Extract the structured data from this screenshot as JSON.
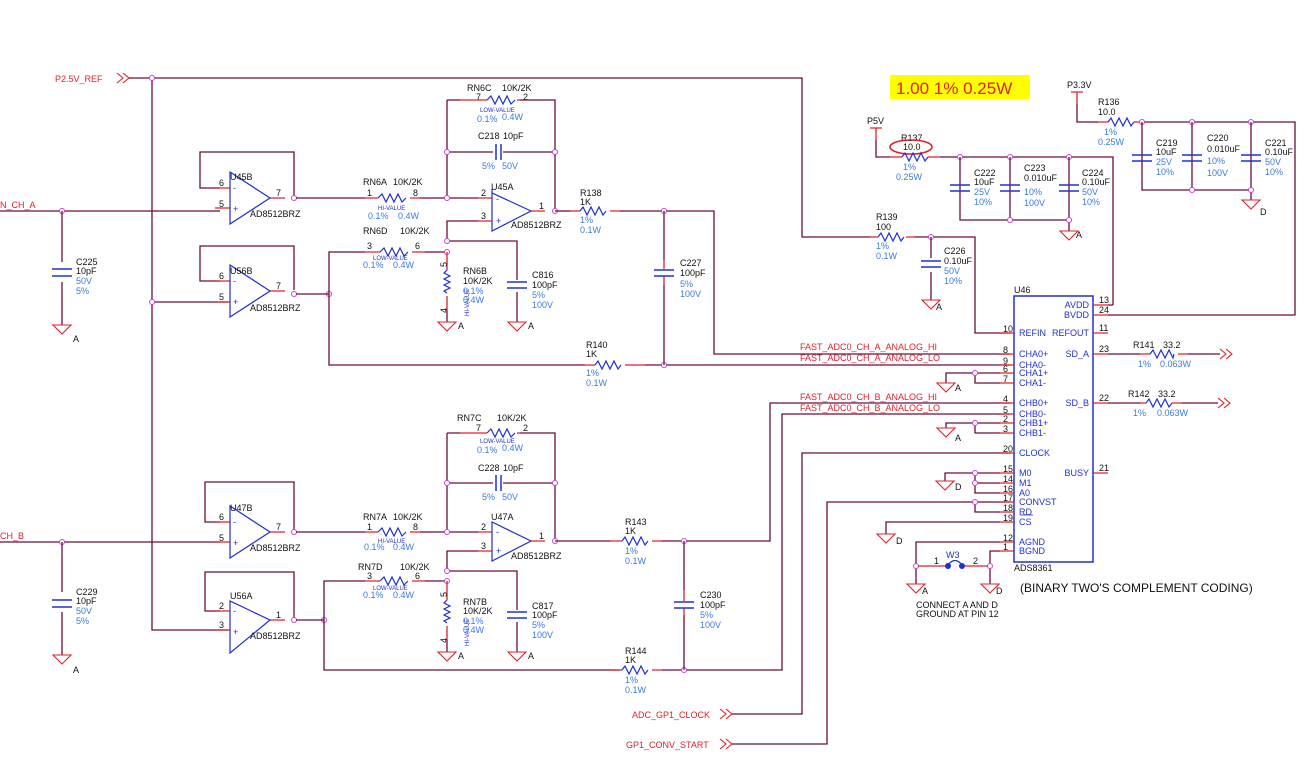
{
  "highlight_note": "1.00 1% 0.25W",
  "coding_note": "(BINARY TWO'S COMPLEMENT CODING)",
  "ground_note": [
    "CONNECT A AND D",
    "GROUND AT PIN 12"
  ],
  "nets": {
    "p2v5_ref": "P2.5V_REF",
    "in_ch_a": "N_CH_A",
    "in_ch_b": "CH_B",
    "fast_a_hi": "FAST_ADC0_CH_A_ANALOG_HI",
    "fast_a_lo": "FAST_ADC0_CH_A_ANALOG_LO",
    "fast_b_hi": "FAST_ADC0_CH_B_ANALOG_HI",
    "fast_b_lo": "FAST_ADC0_CH_B_ANALOG_LO",
    "clock": "ADC_GP1_CLOCK",
    "conv_start": "GP1_CONV_START",
    "p5v": "P5V",
    "p3v3": "P3.3V",
    "gnd_a": "A",
    "gnd_d": "D"
  },
  "opamps": {
    "u45b": {
      "ref": "U45B",
      "part": "AD8512BRZ",
      "pin_minus": "6",
      "pin_plus": "5",
      "pin_out": "7"
    },
    "u56b": {
      "ref": "U56B",
      "part": "AD8512BRZ",
      "pin_minus": "6",
      "pin_plus": "5",
      "pin_out": "7"
    },
    "u45a": {
      "ref": "U45A",
      "part": "AD8512BRZ",
      "pin_minus": "2",
      "pin_plus": "3",
      "pin_out": "1"
    },
    "u47b": {
      "ref": "U47B",
      "part": "AD8512BRZ",
      "pin_minus": "6",
      "pin_plus": "5",
      "pin_out": "7"
    },
    "u56a": {
      "ref": "U56A",
      "part": "AD8512BRZ",
      "pin_minus": "2",
      "pin_plus": "3",
      "pin_out": "1"
    },
    "u47a": {
      "ref": "U47A",
      "part": "AD8512BRZ",
      "pin_minus": "2",
      "pin_plus": "3",
      "pin_out": "1"
    }
  },
  "resistor_networks": {
    "rn6c": {
      "ref": "RN6C",
      "value": "10K/2K",
      "type": "LOW-VALUE",
      "tol": "0.1%",
      "power": "0.4W",
      "pin_a": "7",
      "pin_b": "2"
    },
    "rn6a": {
      "ref": "RN6A",
      "value": "10K/2K",
      "type": "HI-VALUE",
      "tol": "0.1%",
      "power": "0.4W",
      "pin_a": "1",
      "pin_b": "8"
    },
    "rn6d": {
      "ref": "RN6D",
      "value": "10K/2K",
      "type": "LOW-VALUE",
      "tol": "0.1%",
      "power": "0.4W",
      "pin_a": "3",
      "pin_b": "6"
    },
    "rn6b": {
      "ref": "RN6B",
      "value": "10K/2K",
      "type": "HI-VALUE",
      "tol": "0.1%",
      "power": "0.4W",
      "pin_a": "5",
      "pin_b": "4"
    },
    "rn7c": {
      "ref": "RN7C",
      "value": "10K/2K",
      "type": "LOW-VALUE",
      "tol": "0.1%",
      "power": "0.4W",
      "pin_a": "7",
      "pin_b": "2"
    },
    "rn7a": {
      "ref": "RN7A",
      "value": "10K/2K",
      "type": "HI-VALUE",
      "tol": "0.1%",
      "power": "0.4W",
      "pin_a": "1",
      "pin_b": "8"
    },
    "rn7d": {
      "ref": "RN7D",
      "value": "10K/2K",
      "type": "LOW-VALUE",
      "tol": "0.1%",
      "power": "0.4W",
      "pin_a": "3",
      "pin_b": "6"
    },
    "rn7b": {
      "ref": "RN7B",
      "value": "10K/2K",
      "type": "HI-VALUE",
      "tol": "0.1%",
      "power": "0.4W",
      "pin_a": "5",
      "pin_b": "4"
    }
  },
  "resistors": {
    "r138": {
      "ref": "R138",
      "value": "1K",
      "tol": "1%",
      "power": "0.1W"
    },
    "r140": {
      "ref": "R140",
      "value": "1K",
      "tol": "1%",
      "power": "0.1W"
    },
    "r143": {
      "ref": "R143",
      "value": "1K",
      "tol": "1%",
      "power": "0.1W"
    },
    "r144": {
      "ref": "R144",
      "value": "1K",
      "tol": "1%",
      "power": "0.1W"
    },
    "r137": {
      "ref": "R137",
      "value": "10.0",
      "tol": "1%",
      "power": "0.25W"
    },
    "r136": {
      "ref": "R136",
      "value": "10.0",
      "tol": "1%",
      "power": "0.25W"
    },
    "r139": {
      "ref": "R139",
      "value": "100",
      "tol": "1%",
      "power": "0.1W"
    },
    "r141": {
      "ref": "R141",
      "value": "33.2",
      "tol": "1%",
      "power": "0.063W"
    },
    "r142": {
      "ref": "R142",
      "value": "33.2",
      "tol": "1%",
      "power": "0.063W"
    }
  },
  "capacitors": {
    "c225": {
      "ref": "C225",
      "value": "10pF",
      "voltage": "50V",
      "tol": "5%"
    },
    "c229": {
      "ref": "C229",
      "value": "10pF",
      "voltage": "50V",
      "tol": "5%"
    },
    "c218": {
      "ref": "C218",
      "value": "10pF",
      "voltage": "50V",
      "tol": "5%"
    },
    "c228": {
      "ref": "C228",
      "value": "10pF",
      "voltage": "50V",
      "tol": "5%"
    },
    "c816": {
      "ref": "C816",
      "value": "100pF",
      "voltage": "100V",
      "tol": "5%"
    },
    "c817": {
      "ref": "C817",
      "value": "100pF",
      "voltage": "100V",
      "tol": "5%"
    },
    "c227": {
      "ref": "C227",
      "value": "100pF",
      "voltage": "100V",
      "tol": "5%"
    },
    "c230": {
      "ref": "C230",
      "value": "100pF",
      "voltage": "100V",
      "tol": "5%"
    },
    "c222": {
      "ref": "C222",
      "value": "10uF",
      "voltage": "25V",
      "tol": "10%"
    },
    "c223": {
      "ref": "C223",
      "value": "0.010uF",
      "voltage": "100V",
      "tol": "10%"
    },
    "c224": {
      "ref": "C224",
      "value": "0.10uF",
      "voltage": "50V",
      "tol": "10%"
    },
    "c226": {
      "ref": "C226",
      "value": "0.10uF",
      "voltage": "50V",
      "tol": "10%"
    },
    "c219": {
      "ref": "C219",
      "value": "10uF",
      "voltage": "25V",
      "tol": "10%"
    },
    "c220": {
      "ref": "C220",
      "value": "0.010uF",
      "voltage": "100V",
      "tol": "10%"
    },
    "c221": {
      "ref": "C221",
      "value": "0.10uF",
      "voltage": "50V",
      "tol": "10%"
    }
  },
  "jumper": {
    "ref": "W3",
    "pin_a": "1",
    "pin_b": "2"
  },
  "adc": {
    "ref": "U46",
    "part": "ADS8361",
    "left_pins": [
      {
        "num": "10",
        "name": "REFIN"
      },
      {
        "num": "8",
        "name": "CHA0+"
      },
      {
        "num": "9",
        "name": "CHA0-"
      },
      {
        "num": "6",
        "name": "CHA1+"
      },
      {
        "num": "7",
        "name": "CHA1-"
      },
      {
        "num": "4",
        "name": "CHB0+"
      },
      {
        "num": "5",
        "name": "CHB0-"
      },
      {
        "num": "2",
        "name": "CHB1+"
      },
      {
        "num": "3",
        "name": "CHB1-"
      },
      {
        "num": "20",
        "name": "CLOCK"
      },
      {
        "num": "15",
        "name": "M0"
      },
      {
        "num": "14",
        "name": "M1"
      },
      {
        "num": "16",
        "name": "A0"
      },
      {
        "num": "17",
        "name": "CONVST"
      },
      {
        "num": "18",
        "name": "RD"
      },
      {
        "num": "19",
        "name": "CS"
      },
      {
        "num": "12",
        "name": "AGND"
      },
      {
        "num": "1",
        "name": "BGND"
      }
    ],
    "right_pins": [
      {
        "num": "13",
        "name": "AVDD"
      },
      {
        "num": "24",
        "name": "BVDD"
      },
      {
        "num": "11",
        "name": "REFOUT"
      },
      {
        "num": "23",
        "name": "SD_A"
      },
      {
        "num": "22",
        "name": "SD_B"
      },
      {
        "num": "21",
        "name": "BUSY"
      }
    ]
  }
}
